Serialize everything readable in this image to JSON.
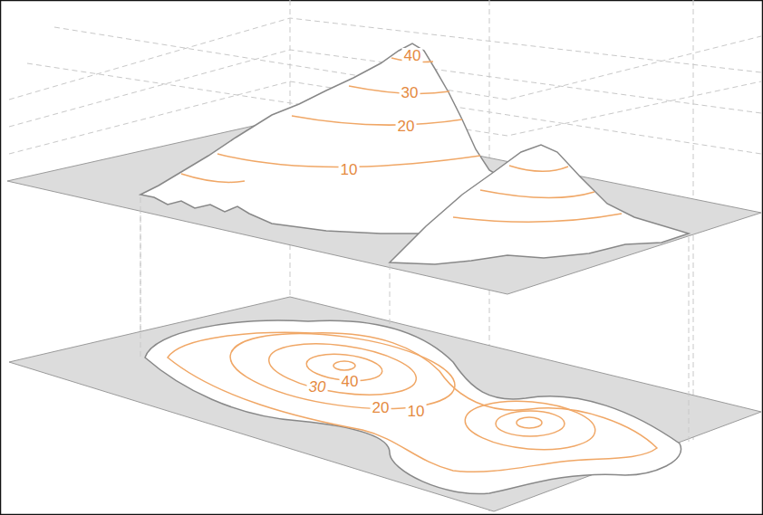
{
  "diagram": {
    "labels": [
      "40",
      "30",
      "20",
      "10",
      "30",
      "40",
      "20",
      "10"
    ]
  }
}
